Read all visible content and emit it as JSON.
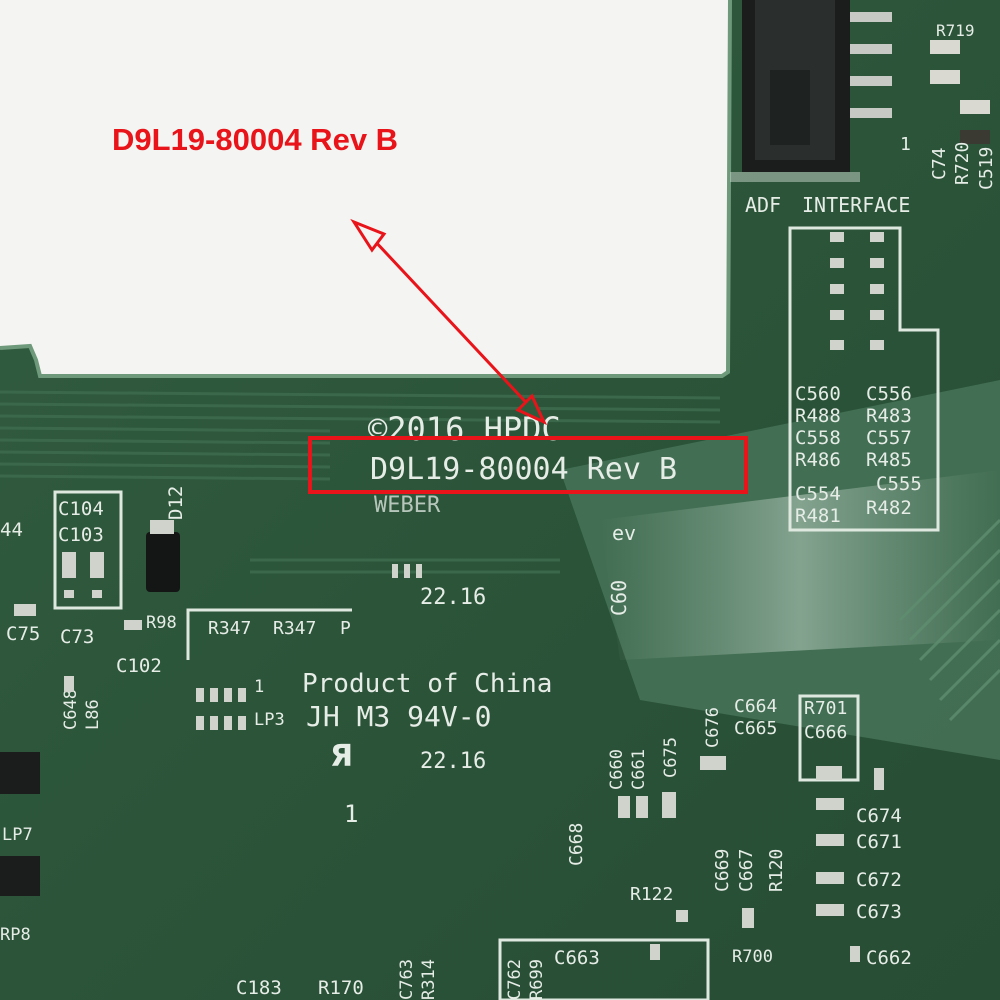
{
  "annotation": {
    "label": "D9L19-80004 Rev B",
    "color": "#e8141a"
  },
  "board": {
    "copyright": "©2016 HPDC",
    "part_number": "D9L19-80004  Rev B",
    "weber": "WEBER",
    "product_of": "Product of China",
    "rating": "JH M3  94V-0",
    "date_code": "22.16",
    "adf": "ADF",
    "interface": "INTERFACE",
    "pin1": "1",
    "one": "1",
    "ev": "ev",
    "colors": {
      "pcb": "#2f5b3d",
      "paper": "#f4f4f2",
      "silk": "#e6ece6"
    },
    "refs": {
      "c104": "C104",
      "c103": "C103",
      "c75": "C75",
      "c73": "C73",
      "r98": "R98",
      "c102": "C102",
      "r347a": "R347",
      "r347b": "R347",
      "p": "P",
      "c648": "C648",
      "l86": "L86",
      "lp3": "LP3",
      "lp7": "LP7",
      "rp8": "RP8",
      "d12": "D12",
      "c44": "44",
      "c60": "C60",
      "c560": "C560",
      "c556": "C556",
      "r488": "R488",
      "r483": "R483",
      "c558": "C558",
      "c557": "C557",
      "r486": "R486",
      "r485": "R485",
      "c554": "C554",
      "c555": "C555",
      "r481": "R481",
      "r482": "R482",
      "c664": "C664",
      "c665": "C665",
      "r701": "R701",
      "c666": "C666",
      "c676": "C676",
      "c660": "C660",
      "c661": "C661",
      "c675": "C675",
      "c674": "C674",
      "c671": "C671",
      "c672": "C672",
      "c673": "C673",
      "c668": "C668",
      "c669": "C669",
      "c667": "C667",
      "r120": "R120",
      "r122": "R122",
      "c663": "C663",
      "c662": "C662",
      "r700": "R700",
      "c762": "C762",
      "r699": "R699",
      "c183": "C183",
      "r170": "R170",
      "c763": "C763",
      "r314": "R314",
      "c74": "C74",
      "r720": "R720",
      "c519": "C519",
      "r719": "R719"
    }
  }
}
